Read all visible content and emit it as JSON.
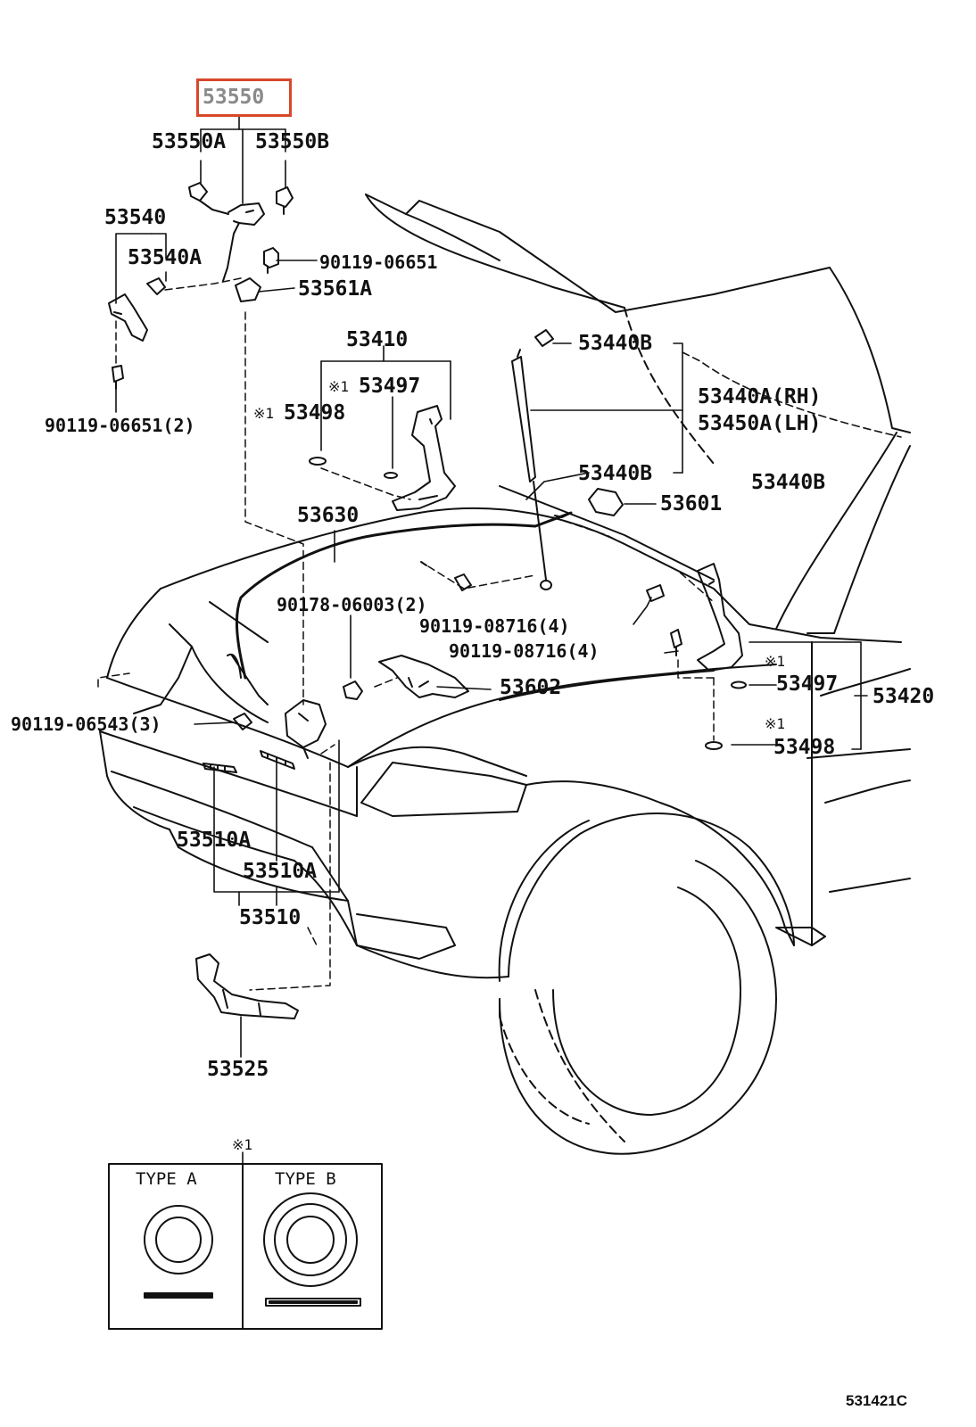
{
  "diagram": {
    "highlighted_part": "53550",
    "labels": {
      "p53550A": "53550A",
      "p53550B": "53550B",
      "p53540": "53540",
      "p53540A": "53540A",
      "p90119_06651": "90119-06651",
      "p53561A": "53561A",
      "p90119_06651_2": "90119-06651(2)",
      "p53410": "53410",
      "p53497_top": "53497",
      "p53498_top": "53498",
      "p53440B_top": "53440B",
      "p53440A": "53440A(RH)",
      "p53450A": "53450A(LH)",
      "p53440B_mid": "53440B",
      "p53440B_right": "53440B",
      "p53601": "53601",
      "p53630": "53630",
      "p90178_06003": "90178-06003(2)",
      "p90119_08716_a": "90119-08716(4)",
      "p90119_08716_b": "90119-08716(4)",
      "p53602": "53602",
      "p53497_right": "53497",
      "p53420": "53420",
      "p53498_right": "53498",
      "p90119_06543": "90119-06543(3)",
      "p53510A_a": "53510A",
      "p53510A_b": "53510A",
      "p53510": "53510",
      "p53525": "53525"
    },
    "note_marks": {
      "m1": "※1",
      "m2": "※1",
      "m3": "※1",
      "m4": "※1",
      "legend": "※1"
    },
    "legend": {
      "type_a": "TYPE  A",
      "type_b": "TYPE  B"
    },
    "figure_code": "531421C"
  }
}
